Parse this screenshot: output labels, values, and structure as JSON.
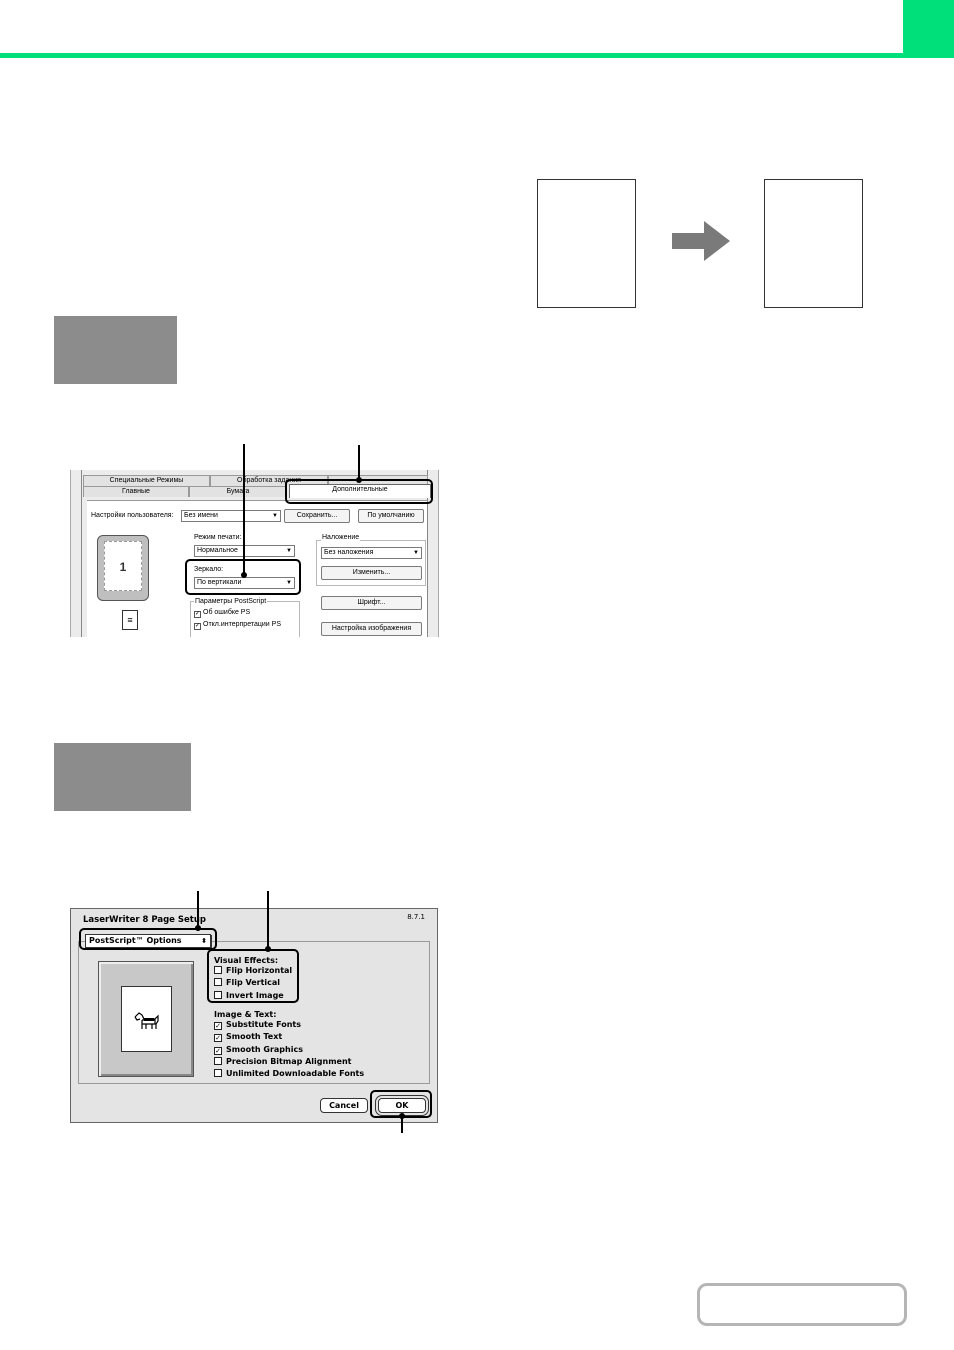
{
  "colors": {
    "accent": "#00e07a",
    "step_gray": "#8c8c8c"
  },
  "windows_dialog": {
    "tabs": {
      "special_modes": "Специальные Режимы",
      "processing": "Обработка задания",
      "main": "Главные",
      "paper": "Бумага",
      "advanced": "Дополнительные"
    },
    "user_settings_label": "Настройки пользователя:",
    "user_settings_value": "Без имени",
    "save_button": "Сохранить...",
    "default_button": "По умолчанию",
    "print_mode_label": "Режим печати:",
    "print_mode_value": "Нормальное",
    "mirror_label": "Зеркало:",
    "mirror_value": "По вертикали",
    "postscript_params_label": "Параметры PostScript",
    "ps_error_label": "Об ошибке PS",
    "ps_interpret_label": "Откл.интерпретации PS",
    "overlay_label": "Наложение",
    "overlay_value": "Без наложения",
    "change_button": "Изменить...",
    "font_button": "Шрифт...",
    "image_settings_button": "Настройка изображения",
    "preview_page_number": "1"
  },
  "mac_dialog": {
    "title": "LaserWriter 8 Page Setup",
    "version": "8.7.1",
    "popup_value": "PostScript™ Options",
    "visual_effects_label": "Visual Effects:",
    "visual_effects": [
      {
        "label": "Flip Horizontal",
        "checked": false
      },
      {
        "label": "Flip Vertical",
        "checked": false
      },
      {
        "label": "Invert Image",
        "checked": false
      }
    ],
    "image_text_label": "Image & Text:",
    "image_text": [
      {
        "label": "Substitute Fonts",
        "checked": true
      },
      {
        "label": "Smooth Text",
        "checked": true
      },
      {
        "label": "Smooth Graphics",
        "checked": true
      },
      {
        "label": "Precision Bitmap Alignment",
        "checked": false
      },
      {
        "label": "Unlimited Downloadable Fonts",
        "checked": false
      }
    ],
    "cancel_button": "Cancel",
    "ok_button": "OK"
  }
}
